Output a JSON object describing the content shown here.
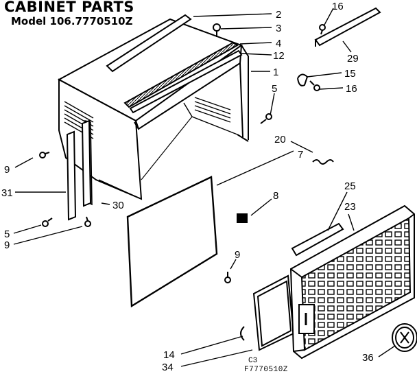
{
  "header": {
    "title": "CABINET PARTS",
    "model": "Model 106.7770510Z"
  },
  "footer": {
    "code_top": "C3",
    "code_bottom": "F7770510Z"
  },
  "callouts": {
    "c2": "2",
    "c3": "3",
    "c4": "4",
    "c12": "12",
    "c1": "1",
    "c5a": "5",
    "c16a": "16",
    "c29": "29",
    "c15": "15",
    "c16b": "16",
    "c20": "20",
    "c7": "7",
    "c8": "8",
    "c9a": "9",
    "c31": "31",
    "c30": "30",
    "c5b": "5",
    "c9b": "9",
    "c9c": "9",
    "c25": "25",
    "c23": "23",
    "c14": "14",
    "c34": "34",
    "c36": "36"
  },
  "colors": {
    "ink": "#000000",
    "paper": "#ffffff"
  }
}
